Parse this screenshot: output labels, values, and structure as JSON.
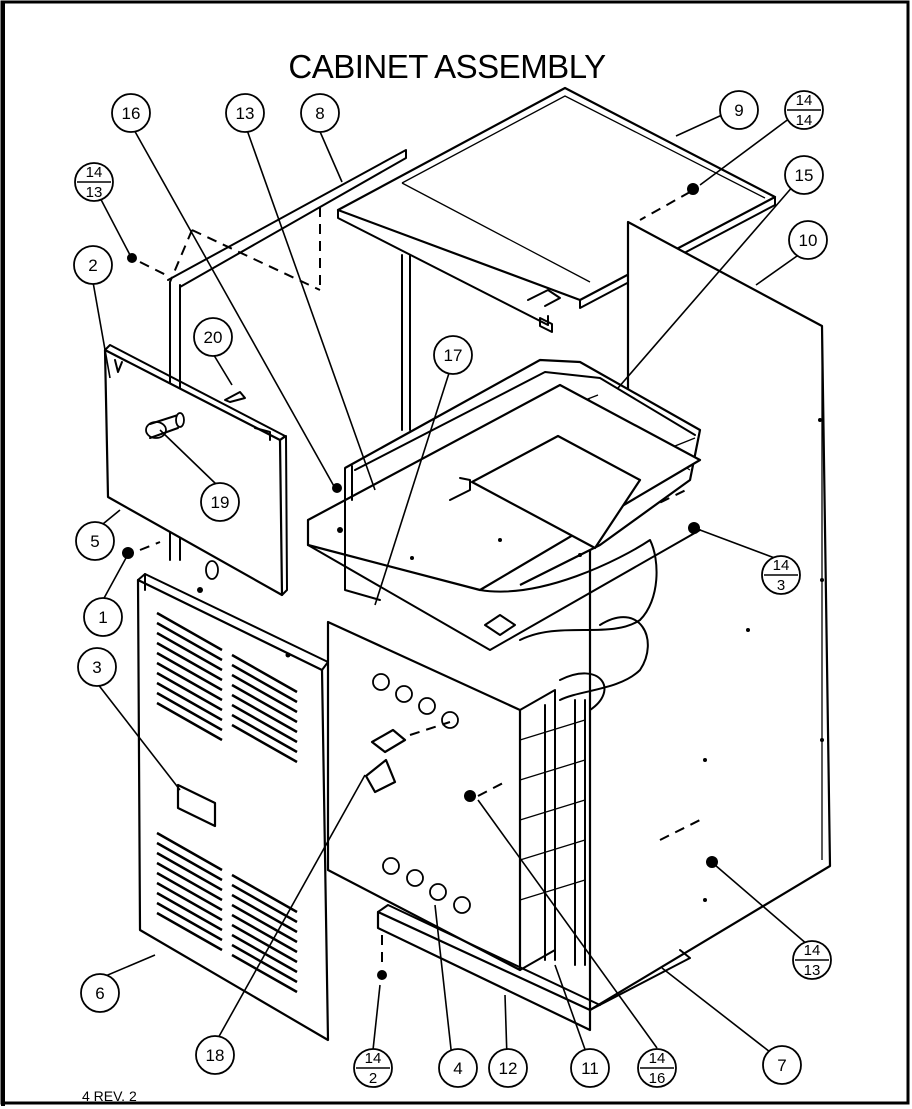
{
  "title": "CABINET ASSEMBLY",
  "footer": "4 REV. 2",
  "callouts": [
    {
      "id": "c1",
      "label": "1"
    },
    {
      "id": "c2",
      "label": "2"
    },
    {
      "id": "c3",
      "label": "3"
    },
    {
      "id": "c4",
      "label": "4"
    },
    {
      "id": "c5",
      "label": "5"
    },
    {
      "id": "c6",
      "label": "6"
    },
    {
      "id": "c7",
      "label": "7"
    },
    {
      "id": "c8",
      "label": "8"
    },
    {
      "id": "c9",
      "label": "9"
    },
    {
      "id": "c10",
      "label": "10"
    },
    {
      "id": "c11",
      "label": "11"
    },
    {
      "id": "c12",
      "label": "12"
    },
    {
      "id": "c13",
      "label": "13"
    },
    {
      "id": "c15",
      "label": "15"
    },
    {
      "id": "c16",
      "label": "16"
    },
    {
      "id": "c17",
      "label": "17"
    },
    {
      "id": "c18",
      "label": "18"
    },
    {
      "id": "c19",
      "label": "19"
    },
    {
      "id": "c20",
      "label": "20"
    }
  ],
  "fraction_callouts": [
    {
      "id": "f14-14",
      "top": "14",
      "bottom": "14"
    },
    {
      "id": "f14-13a",
      "top": "14",
      "bottom": "13"
    },
    {
      "id": "f14-3",
      "top": "14",
      "bottom": "3"
    },
    {
      "id": "f14-13b",
      "top": "14",
      "bottom": "13"
    },
    {
      "id": "f14-2",
      "top": "14",
      "bottom": "2"
    },
    {
      "id": "f14-16",
      "top": "14",
      "bottom": "16"
    }
  ]
}
